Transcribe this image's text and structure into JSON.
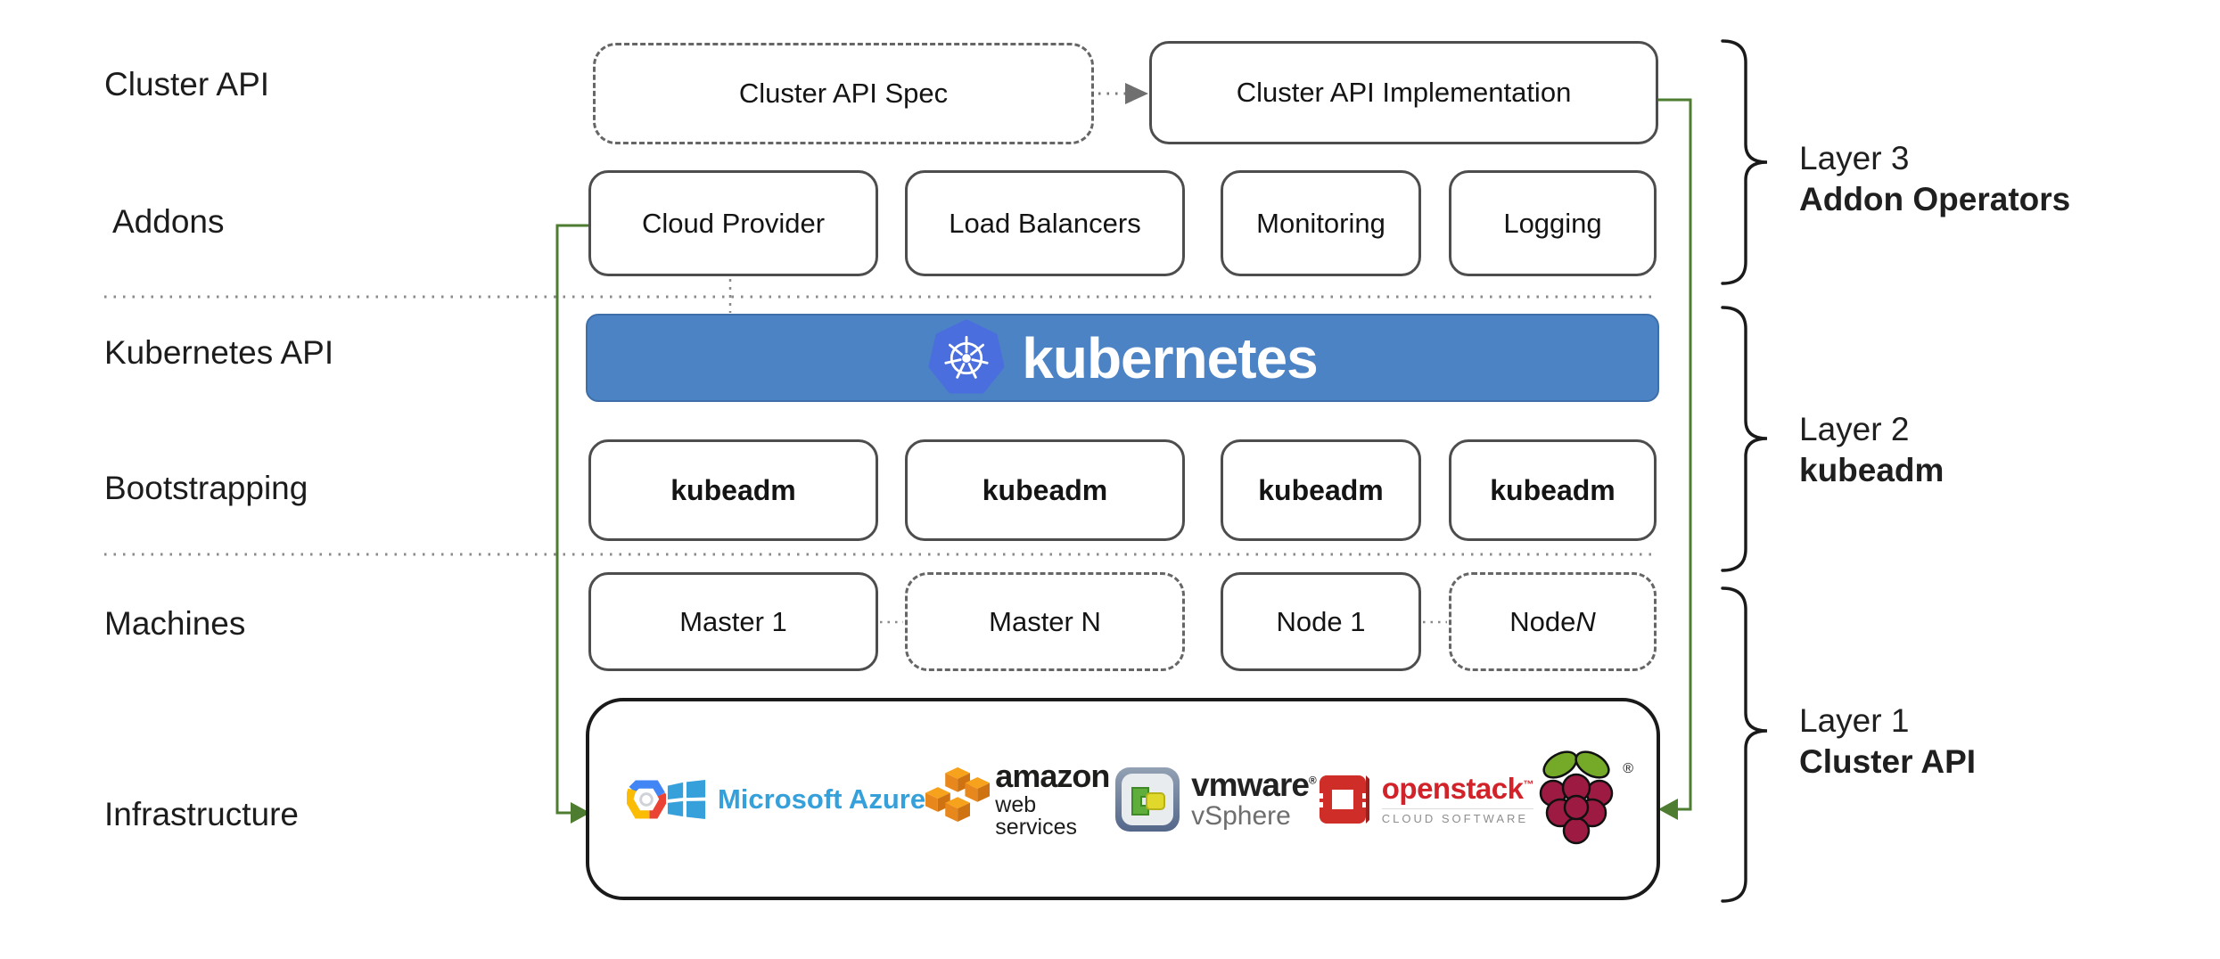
{
  "diagram": {
    "row_labels": {
      "cluster_api": "Cluster API",
      "addons": "Addons",
      "kubernetes_api": "Kubernetes API",
      "bootstrapping": "Bootstrapping",
      "machines": "Machines",
      "infrastructure": "Infrastructure"
    },
    "cluster_api_row": {
      "spec": "Cluster API Spec",
      "implementation": "Cluster API Implementation"
    },
    "addons_row": {
      "boxes": [
        "Cloud Provider",
        "Load Balancers",
        "Monitoring",
        "Logging"
      ]
    },
    "kubernetes_banner": {
      "text": "kubernetes"
    },
    "bootstrapping_row": {
      "boxes": [
        "kubeadm",
        "kubeadm",
        "kubeadm",
        "kubeadm"
      ]
    },
    "machines_row": {
      "boxes": [
        {
          "label": "Master 1"
        },
        {
          "label": "Master N"
        },
        {
          "label": "Node 1"
        },
        {
          "label_prefix": "Node ",
          "label_n": "N"
        }
      ]
    },
    "infrastructure_logos": {
      "azure_text": "Microsoft Azure",
      "aws_line1": "amazon",
      "aws_line2": "web services",
      "vmware_line1": "vmware",
      "vmware_reg": "®",
      "vmware_line2": "vSphere",
      "openstack_text": "openstack",
      "openstack_tm": "™",
      "openstack_sub": "CLOUD SOFTWARE",
      "raspberry_reg": "®"
    },
    "layer_annotations": [
      {
        "line1": "Layer 3",
        "line2": "Addon Operators"
      },
      {
        "line1": "Layer 2",
        "line2": "kubeadm"
      },
      {
        "line1": "Layer 1",
        "line2": "Cluster API"
      }
    ],
    "colors": {
      "connector-green": "#4e7c31",
      "banner-blue": "#4c83c5",
      "k8s-logo-blue": "#4a6edd",
      "azure-blue": "#35a0da",
      "aws-orange": "#e8871c",
      "openstack-red": "#d2232a",
      "raspberry-red": "#9d1b42",
      "leaf-green": "#75a928",
      "text-dark": "#1f1f1f"
    }
  }
}
